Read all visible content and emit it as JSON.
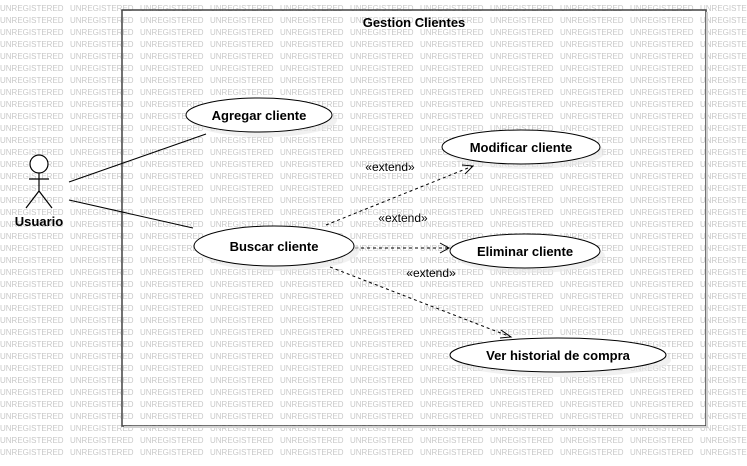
{
  "watermark": "UNREGISTERED",
  "system": {
    "title": "Gestion Clientes"
  },
  "actor": {
    "name": "Usuario"
  },
  "use_cases": {
    "agregar": "Agregar cliente",
    "buscar": "Buscar cliente",
    "modificar": "Modificar cliente",
    "eliminar": "Eliminar cliente",
    "historial": "Ver historial de compra"
  },
  "relations": {
    "extend_modificar": "«extend»",
    "extend_eliminar": "«extend»",
    "extend_historial": "«extend»"
  }
}
